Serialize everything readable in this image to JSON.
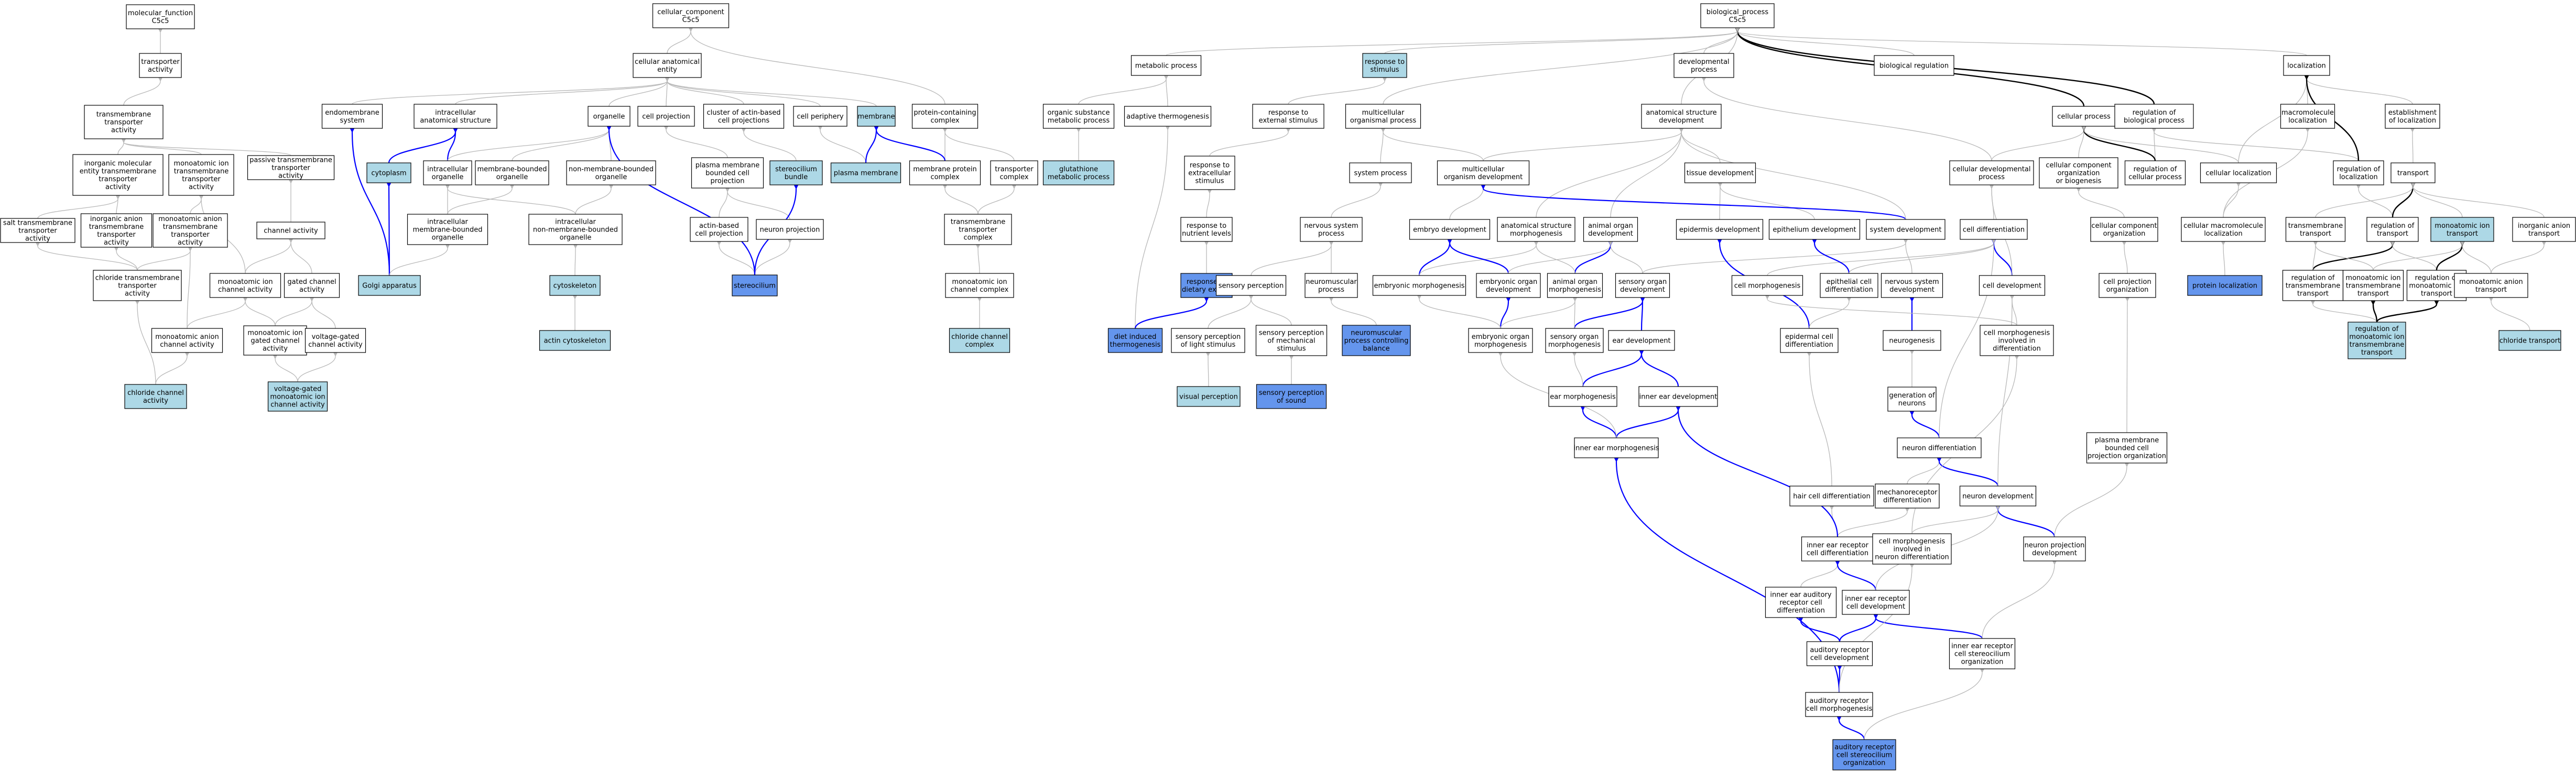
{
  "nodes": [
    {
      "id": "mf",
      "label": "molecular_function\nC5c5",
      "fill": "#ffffff"
    },
    {
      "id": "transporter_activity",
      "label": "transporter\nactivity",
      "fill": "#ffffff"
    },
    {
      "id": "tm_transporter",
      "label": "transmembrane\ntransporter\nactivity",
      "fill": "#ffffff"
    },
    {
      "id": "inorg_mol",
      "label": "inorganic molecular\nentity transmembrane\ntransporter\nactivity",
      "fill": "#ffffff"
    },
    {
      "id": "mono_ion_tm",
      "label": "monoatomic ion\ntransmembrane\ntransporter\nactivity",
      "fill": "#ffffff"
    },
    {
      "id": "passive_tm",
      "label": "passive transmembrane\ntransporter\nactivity",
      "fill": "#ffffff"
    },
    {
      "id": "salt_tm",
      "label": "salt transmembrane\ntransporter\nactivity",
      "fill": "#ffffff"
    },
    {
      "id": "inorg_anion",
      "label": "inorganic anion\ntransmembrane\ntransporter\nactivity",
      "fill": "#ffffff"
    },
    {
      "id": "mono_anion_tm",
      "label": "monoatomic anion\ntransmembrane\ntransporter\nactivity",
      "fill": "#ffffff"
    },
    {
      "id": "channel_activity",
      "label": "channel activity",
      "fill": "#ffffff"
    },
    {
      "id": "chloride_tm",
      "label": "chloride transmembrane\ntransporter\nactivity",
      "fill": "#ffffff"
    },
    {
      "id": "mono_ion_channel",
      "label": "monoatomic ion\nchannel activity",
      "fill": "#ffffff"
    },
    {
      "id": "gated_channel",
      "label": "gated channel\nactivity",
      "fill": "#ffffff"
    },
    {
      "id": "mono_anion_channel",
      "label": "monoatomic anion\nchannel activity",
      "fill": "#ffffff"
    },
    {
      "id": "mono_ion_gated",
      "label": "monoatomic ion\ngated channel\nactivity",
      "fill": "#ffffff"
    },
    {
      "id": "voltage_gated",
      "label": "voltage-gated\nchannel activity",
      "fill": "#ffffff"
    },
    {
      "id": "chloride_channel",
      "label": "chloride channel\nactivity",
      "fill": "#add8e6"
    },
    {
      "id": "vg_mono_ion",
      "label": "voltage-gated\nmonoatomic ion\nchannel activity",
      "fill": "#add8e6"
    },
    {
      "id": "cc",
      "label": "cellular_component\nC5c5",
      "fill": "#ffffff"
    },
    {
      "id": "cae",
      "label": "cellular anatomical\nentity",
      "fill": "#ffffff"
    },
    {
      "id": "endomembrane",
      "label": "endomembrane\nsystem",
      "fill": "#ffffff"
    },
    {
      "id": "intracell_struct",
      "label": "intracellular\nanatomical structure",
      "fill": "#ffffff"
    },
    {
      "id": "organelle",
      "label": "organelle",
      "fill": "#ffffff"
    },
    {
      "id": "cell_projection",
      "label": "cell projection",
      "fill": "#ffffff"
    },
    {
      "id": "cluster_actin",
      "label": "cluster of actin-based\ncell projections",
      "fill": "#ffffff"
    },
    {
      "id": "cell_periphery",
      "label": "cell periphery",
      "fill": "#ffffff"
    },
    {
      "id": "membrane",
      "label": "membrane",
      "fill": "#add8e6"
    },
    {
      "id": "protein_complex",
      "label": "protein-containing\ncomplex",
      "fill": "#ffffff"
    },
    {
      "id": "cytoplasm",
      "label": "cytoplasm",
      "fill": "#add8e6"
    },
    {
      "id": "intracell_organelle",
      "label": "intracellular\norganelle",
      "fill": "#ffffff"
    },
    {
      "id": "membrane_bounded",
      "label": "membrane-bounded\norganelle",
      "fill": "#ffffff"
    },
    {
      "id": "non_membrane_bounded",
      "label": "non-membrane-bounded\norganelle",
      "fill": "#ffffff"
    },
    {
      "id": "pm_bounded_proj",
      "label": "plasma membrane\nbounded cell\nprojection",
      "fill": "#ffffff"
    },
    {
      "id": "stereocilium_bundle",
      "label": "stereocilium\nbundle",
      "fill": "#add8e6"
    },
    {
      "id": "plasma_membrane",
      "label": "plasma membrane",
      "fill": "#add8e6"
    },
    {
      "id": "membrane_protein_complex",
      "label": "membrane protein\ncomplex",
      "fill": "#ffffff"
    },
    {
      "id": "transporter_complex",
      "label": "transporter\ncomplex",
      "fill": "#ffffff"
    },
    {
      "id": "intracell_mb_organelle",
      "label": "intracellular\nmembrane-bounded\norganelle",
      "fill": "#ffffff"
    },
    {
      "id": "intracell_nmb_organelle",
      "label": "intracellular\nnon-membrane-bounded\norganelle",
      "fill": "#ffffff"
    },
    {
      "id": "actin_based_proj",
      "label": "actin-based\ncell projection",
      "fill": "#ffffff"
    },
    {
      "id": "neuron_projection",
      "label": "neuron projection",
      "fill": "#ffffff"
    },
    {
      "id": "tm_transporter_complex",
      "label": "transmembrane\ntransporter\ncomplex",
      "fill": "#ffffff"
    },
    {
      "id": "golgi",
      "label": "Golgi apparatus",
      "fill": "#add8e6"
    },
    {
      "id": "cytoskeleton",
      "label": "cytoskeleton",
      "fill": "#add8e6"
    },
    {
      "id": "stereocilium",
      "label": "stereocilium",
      "fill": "#6495ed"
    },
    {
      "id": "mono_ion_channel_complex",
      "label": "monoatomic ion\nchannel complex",
      "fill": "#ffffff"
    },
    {
      "id": "actin_cytoskeleton",
      "label": "actin cytoskeleton",
      "fill": "#add8e6"
    },
    {
      "id": "chloride_channel_complex",
      "label": "chloride channel\ncomplex",
      "fill": "#add8e6"
    },
    {
      "id": "bp",
      "label": "biological_process\nC5c5",
      "fill": "#ffffff"
    },
    {
      "id": "metabolic_process",
      "label": "metabolic process",
      "fill": "#ffffff"
    },
    {
      "id": "response_stimulus",
      "label": "response to\nstimulus",
      "fill": "#add8e6"
    },
    {
      "id": "developmental_process",
      "label": "developmental\nprocess",
      "fill": "#ffffff"
    },
    {
      "id": "biological_regulation",
      "label": "biological regulation",
      "fill": "#ffffff"
    },
    {
      "id": "localization",
      "label": "localization",
      "fill": "#ffffff"
    },
    {
      "id": "organic_substance_metabolic",
      "label": "organic substance\nmetabolic process",
      "fill": "#ffffff"
    },
    {
      "id": "adaptive_thermogenesis",
      "label": "adaptive thermogenesis",
      "fill": "#ffffff"
    },
    {
      "id": "response_external",
      "label": "response to\nexternal stimulus",
      "fill": "#ffffff"
    },
    {
      "id": "multicellular_organismal",
      "label": "multicellular\norganismal process",
      "fill": "#ffffff"
    },
    {
      "id": "anatomical_structure_dev",
      "label": "anatomical structure\ndevelopment",
      "fill": "#ffffff"
    },
    {
      "id": "cellular_process",
      "label": "cellular process",
      "fill": "#ffffff"
    },
    {
      "id": "regulation_bp",
      "label": "regulation of\nbiological process",
      "fill": "#ffffff"
    },
    {
      "id": "macromolecule_localization",
      "label": "macromolecule\nlocalization",
      "fill": "#ffffff"
    },
    {
      "id": "establishment_localization",
      "label": "establishment\nof localization",
      "fill": "#ffffff"
    },
    {
      "id": "glutathione",
      "label": "glutathione\nmetabolic process",
      "fill": "#add8e6"
    },
    {
      "id": "response_extracellular",
      "label": "response to\nextracellular\nstimulus",
      "fill": "#ffffff"
    },
    {
      "id": "system_process",
      "label": "system process",
      "fill": "#ffffff"
    },
    {
      "id": "multicellular_organism_dev",
      "label": "multicellular\norganism development",
      "fill": "#ffffff"
    },
    {
      "id": "tissue_dev",
      "label": "tissue development",
      "fill": "#ffffff"
    },
    {
      "id": "cellular_dev_process",
      "label": "cellular developmental\nprocess",
      "fill": "#ffffff"
    },
    {
      "id": "cellular_component_org",
      "label": "cellular component\norganization\nor biogenesis",
      "fill": "#ffffff"
    },
    {
      "id": "regulation_cellular_process",
      "label": "regulation of\ncellular process",
      "fill": "#ffffff"
    },
    {
      "id": "cellular_localization",
      "label": "cellular localization",
      "fill": "#ffffff"
    },
    {
      "id": "regulation_localization",
      "label": "regulation of\nlocalization",
      "fill": "#ffffff"
    },
    {
      "id": "transport",
      "label": "transport",
      "fill": "#ffffff"
    },
    {
      "id": "response_nutrient",
      "label": "response to\nnutrient levels",
      "fill": "#ffffff"
    },
    {
      "id": "nervous_system_process",
      "label": "nervous system\nprocess",
      "fill": "#ffffff"
    },
    {
      "id": "embryo_dev",
      "label": "embryo development",
      "fill": "#ffffff"
    },
    {
      "id": "anatomical_morphogenesis",
      "label": "anatomical structure\nmorphogenesis",
      "fill": "#ffffff"
    },
    {
      "id": "animal_organ_dev",
      "label": "animal organ\ndevelopment",
      "fill": "#ffffff"
    },
    {
      "id": "epidermis_dev",
      "label": "epidermis development",
      "fill": "#ffffff"
    },
    {
      "id": "epithelium_dev",
      "label": "epithelium development",
      "fill": "#ffffff"
    },
    {
      "id": "system_dev",
      "label": "system development",
      "fill": "#ffffff"
    },
    {
      "id": "cell_differentiation",
      "label": "cell differentiation",
      "fill": "#ffffff"
    },
    {
      "id": "cellular_component_organization",
      "label": "cellular component\norganization",
      "fill": "#ffffff"
    },
    {
      "id": "cellular_macromolecule_loc",
      "label": "cellular macromolecule\nlocalization",
      "fill": "#ffffff"
    },
    {
      "id": "regulation_transport",
      "label": "regulation of\ntransport",
      "fill": "#ffffff"
    },
    {
      "id": "transmembrane_transport",
      "label": "transmembrane\ntransport",
      "fill": "#ffffff"
    },
    {
      "id": "mono_ion_transport",
      "label": "monoatomic ion\ntransport",
      "fill": "#add8e6"
    },
    {
      "id": "inorganic_anion_transport",
      "label": "inorganic anion\ntransport",
      "fill": "#ffffff"
    },
    {
      "id": "response_dietary_excess",
      "label": "response to\ndietary excess",
      "fill": "#6495ed"
    },
    {
      "id": "sensory_perception",
      "label": "sensory perception",
      "fill": "#ffffff"
    },
    {
      "id": "neuromuscular_process",
      "label": "neuromuscular\nprocess",
      "fill": "#ffffff"
    },
    {
      "id": "embryonic_morphogenesis",
      "label": "embryonic morphogenesis",
      "fill": "#ffffff"
    },
    {
      "id": "embryonic_organ_dev",
      "label": "embryonic organ\ndevelopment",
      "fill": "#ffffff"
    },
    {
      "id": "animal_organ_morphogenesis",
      "label": "animal organ\nmorphogenesis",
      "fill": "#ffffff"
    },
    {
      "id": "sensory_organ_dev",
      "label": "sensory organ\ndevelopment",
      "fill": "#ffffff"
    },
    {
      "id": "cell_morphogenesis",
      "label": "cell morphogenesis",
      "fill": "#ffffff"
    },
    {
      "id": "epithelial_cell_diff",
      "label": "epithelial cell\ndifferentiation",
      "fill": "#ffffff"
    },
    {
      "id": "nervous_system_dev",
      "label": "nervous system\ndevelopment",
      "fill": "#ffffff"
    },
    {
      "id": "cell_development",
      "label": "cell development",
      "fill": "#ffffff"
    },
    {
      "id": "cell_projection_org",
      "label": "cell projection\norganization",
      "fill": "#ffffff"
    },
    {
      "id": "protein_localization",
      "label": "protein localization",
      "fill": "#6495ed"
    },
    {
      "id": "regulation_tm_transport",
      "label": "regulation of\ntransmembrane\ntransport",
      "fill": "#ffffff"
    },
    {
      "id": "mono_ion_tm_transport",
      "label": "monoatomic ion\ntransmembrane\ntransport",
      "fill": "#ffffff"
    },
    {
      "id": "regulation_mono_ion_transport",
      "label": "regulation of\nmonoatomic ion\ntransport",
      "fill": "#ffffff"
    },
    {
      "id": "mono_anion_transport",
      "label": "monoatomic anion\ntransport",
      "fill": "#ffffff"
    },
    {
      "id": "diet_thermogenesis",
      "label": "diet induced\nthermogenesis",
      "fill": "#6495ed"
    },
    {
      "id": "sp_light",
      "label": "sensory perception\nof light stimulus",
      "fill": "#ffffff"
    },
    {
      "id": "sp_mechanical",
      "label": "sensory perception\nof mechanical\nstimulus",
      "fill": "#ffffff"
    },
    {
      "id": "neuromuscular_balance",
      "label": "neuromuscular\nprocess controlling\nbalance",
      "fill": "#6495ed"
    },
    {
      "id": "embryonic_organ_morph",
      "label": "embryonic organ\nmorphogenesis",
      "fill": "#ffffff"
    },
    {
      "id": "sensory_organ_morph",
      "label": "sensory organ\nmorphogenesis",
      "fill": "#ffffff"
    },
    {
      "id": "ear_dev",
      "label": "ear development",
      "fill": "#ffffff"
    },
    {
      "id": "epidermal_cell_diff",
      "label": "epidermal cell\ndifferentiation",
      "fill": "#ffffff"
    },
    {
      "id": "neurogenesis",
      "label": "neurogenesis",
      "fill": "#ffffff"
    },
    {
      "id": "cell_morph_diff",
      "label": "cell morphogenesis\ninvolved in\ndifferentiation",
      "fill": "#ffffff"
    },
    {
      "id": "reg_mono_ion_tm_transport",
      "label": "regulation of\nmonoatomic ion\ntransmembrane\ntransport",
      "fill": "#add8e6"
    },
    {
      "id": "chloride_transport",
      "label": "chloride transport",
      "fill": "#add8e6"
    },
    {
      "id": "visual_perception",
      "label": "visual perception",
      "fill": "#add8e6"
    },
    {
      "id": "sp_sound",
      "label": "sensory perception\nof sound",
      "fill": "#6495ed"
    },
    {
      "id": "ear_morphogenesis",
      "label": "ear morphogenesis",
      "fill": "#ffffff"
    },
    {
      "id": "inner_ear_dev",
      "label": "inner ear development",
      "fill": "#ffffff"
    },
    {
      "id": "generation_neurons",
      "label": "generation of\nneurons",
      "fill": "#ffffff"
    },
    {
      "id": "inner_ear_morphogenesis",
      "label": "inner ear morphogenesis",
      "fill": "#ffffff"
    },
    {
      "id": "neuron_differentiation",
      "label": "neuron differentiation",
      "fill": "#ffffff"
    },
    {
      "id": "pm_proj_org",
      "label": "plasma membrane\nbounded cell\nprojection organization",
      "fill": "#ffffff"
    },
    {
      "id": "hair_cell_diff",
      "label": "hair cell differentiation",
      "fill": "#ffffff"
    },
    {
      "id": "mechanoreceptor_diff",
      "label": "mechanoreceptor\ndifferentiation",
      "fill": "#ffffff"
    },
    {
      "id": "neuron_development",
      "label": "neuron development",
      "fill": "#ffffff"
    },
    {
      "id": "ie_receptor_diff",
      "label": "inner ear receptor\ncell differentiation",
      "fill": "#ffffff"
    },
    {
      "id": "cell_morph_neuron_diff",
      "label": "cell morphogenesis\ninvolved in\nneuron differentiation",
      "fill": "#ffffff"
    },
    {
      "id": "neuron_proj_dev",
      "label": "neuron projection\ndevelopment",
      "fill": "#ffffff"
    },
    {
      "id": "ie_auditory_diff",
      "label": "inner ear auditory\nreceptor cell\ndifferentiation",
      "fill": "#ffffff"
    },
    {
      "id": "ie_receptor_dev",
      "label": "inner ear receptor\ncell development",
      "fill": "#ffffff"
    },
    {
      "id": "auditory_dev",
      "label": "auditory receptor\ncell development",
      "fill": "#ffffff"
    },
    {
      "id": "ie_stereocilium_org",
      "label": "inner ear receptor\ncell stereocilium\norganization",
      "fill": "#ffffff"
    },
    {
      "id": "auditory_morph",
      "label": "auditory receptor\ncell morphogenesis",
      "fill": "#ffffff"
    },
    {
      "id": "auditory_stereocilium_org",
      "label": "auditory receptor\ncell stereocilium\norganization",
      "fill": "#6495ed"
    }
  ],
  "colors": {
    "edge_default": "#b8b8b8",
    "edge_blue": "#0000ff",
    "edge_black": "#000000",
    "node_border": "#000000",
    "highlight_light": "#add8e6",
    "highlight_dark": "#6495ed"
  }
}
